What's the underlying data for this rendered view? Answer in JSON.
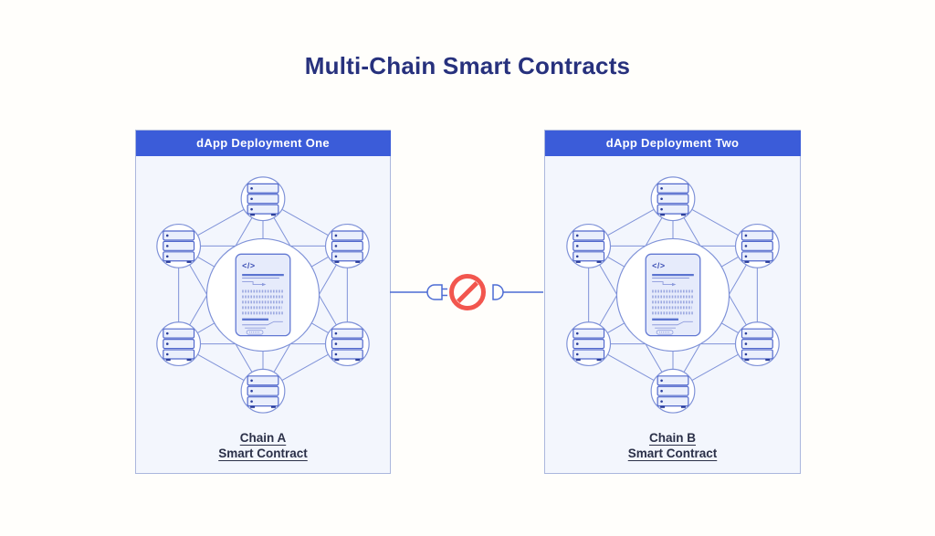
{
  "page": {
    "title": "Multi-Chain Smart Contracts"
  },
  "panels": [
    {
      "header": "dApp Deployment One",
      "chain": "Chain A",
      "contract": "Smart Contract"
    },
    {
      "header": "dApp Deployment Two",
      "chain": "Chain B",
      "contract": "Smart Contract"
    }
  ],
  "network": {
    "node_count": 6,
    "node_icon": "server-rack-icon",
    "center_icon": "smart-contract-document-icon",
    "code_glyph": "</>"
  },
  "connector": {
    "left_icon": "plug-male-icon",
    "right_icon": "plug-socket-icon",
    "center_icon": "no-entry-icon"
  },
  "colors": {
    "header_blue": "#3b5cd9",
    "panel_bg": "#f3f6fd",
    "panel_border": "#abb7dd",
    "mesh_line_blue": "#7f92d8",
    "cable_blue": "#4c6bd4",
    "blocked_red": "#f2564e",
    "title_navy": "#27317d",
    "label_navy": "#2b3048"
  }
}
